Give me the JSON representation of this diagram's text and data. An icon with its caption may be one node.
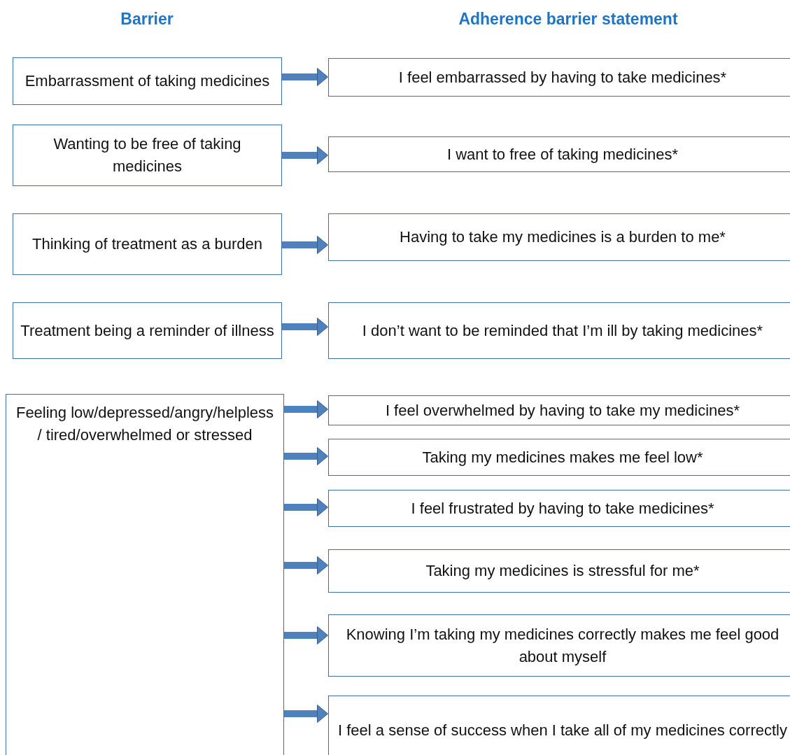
{
  "diagram": {
    "nodes": [
      {
        "text": [
          "Embarrassment of taking medicines"
        ]
      },
      {
        "text": [
          "I feel embarrassed by having to take medicines*"
        ]
      },
      {
        "text": [
          "Wanting to be free of taking medicines"
        ]
      },
      {
        "text": [
          "I want to free of taking medicines*"
        ]
      },
      {
        "text": [
          "Thinking of treatment as a burden"
        ]
      },
      {
        "text": [
          "Having to take my medicines is a burden to me*"
        ]
      },
      {
        "text": [
          "Treatment being a reminder of illness"
        ]
      },
      {
        "text": [
          "I don’t want to be reminded that I’m ill by taking medicines*"
        ]
      },
      {
        "text": [
          "Feeling low/depressed/angry/helpless / tired/overwhelmed or stressed"
        ]
      },
      {
        "text": [
          "I feel overwhelmed by having to take my medicines*"
        ]
      },
      {
        "text": [
          "Taking my medicines makes me feel low*"
        ]
      },
      {
        "text": [
          "I feel frustrated by having to take medicines*"
        ]
      },
      {
        "text": [
          "Taking my medicines is stressful for me*"
        ]
      },
      {
        "text": [
          "Knowing I’m taking my medicines correctly makes me feel good about myself"
        ]
      },
      {
        "text": [
          "I feel a sense of success when I take all of my medicines correctly"
        ]
      }
    ],
    "edges": [
      {
        "from": 0,
        "to": 1,
        "arrow": "to"
      },
      {
        "from": 2,
        "to": 3,
        "arrow": "to"
      },
      {
        "from": 4,
        "to": 5,
        "arrow": "to"
      },
      {
        "from": 6,
        "to": 7,
        "arrow": "to"
      },
      {
        "from": 8,
        "to": 9,
        "arrow": "to"
      },
      {
        "from": 8,
        "to": 10,
        "arrow": "to"
      },
      {
        "from": 8,
        "to": 11,
        "arrow": "to"
      },
      {
        "from": 8,
        "to": 12,
        "arrow": "to"
      },
      {
        "from": 8,
        "to": 13,
        "arrow": "to"
      },
      {
        "from": 8,
        "to": 14,
        "arrow": "to"
      }
    ],
    "labels": [
      "Barrier",
      "Adherence barrier statement"
    ]
  }
}
